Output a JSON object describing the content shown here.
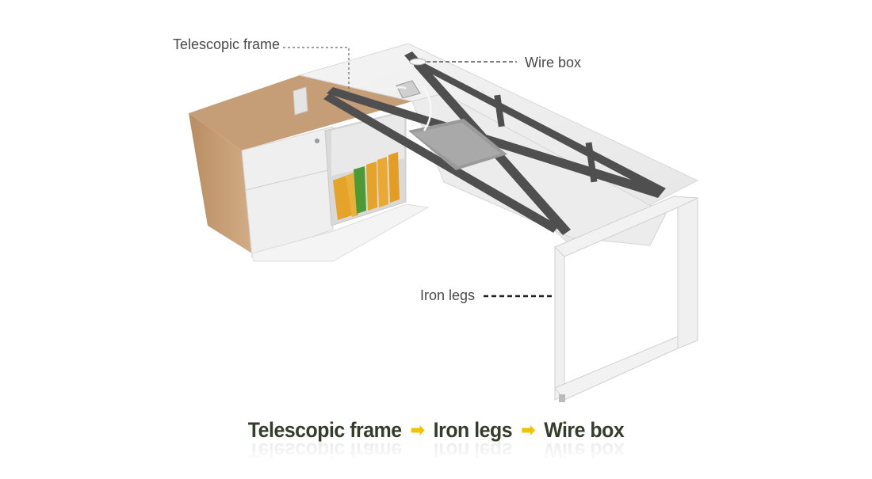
{
  "callouts": {
    "telescopic": "Telescopic frame",
    "wire_box": "Wire box",
    "iron_legs": "Iron legs"
  },
  "caption": {
    "step1": "Telescopic frame",
    "step2": "Iron legs",
    "step3": "Wire box",
    "arrow": "➡"
  },
  "colors": {
    "wood": "#c9a27c",
    "cabinet": "#ededed",
    "frame": "#4f4f4f",
    "caption_text": "#333d2c",
    "arrow": "#f2c200",
    "folder_orange": "#e5a32a",
    "folder_green": "#4c9a35"
  }
}
